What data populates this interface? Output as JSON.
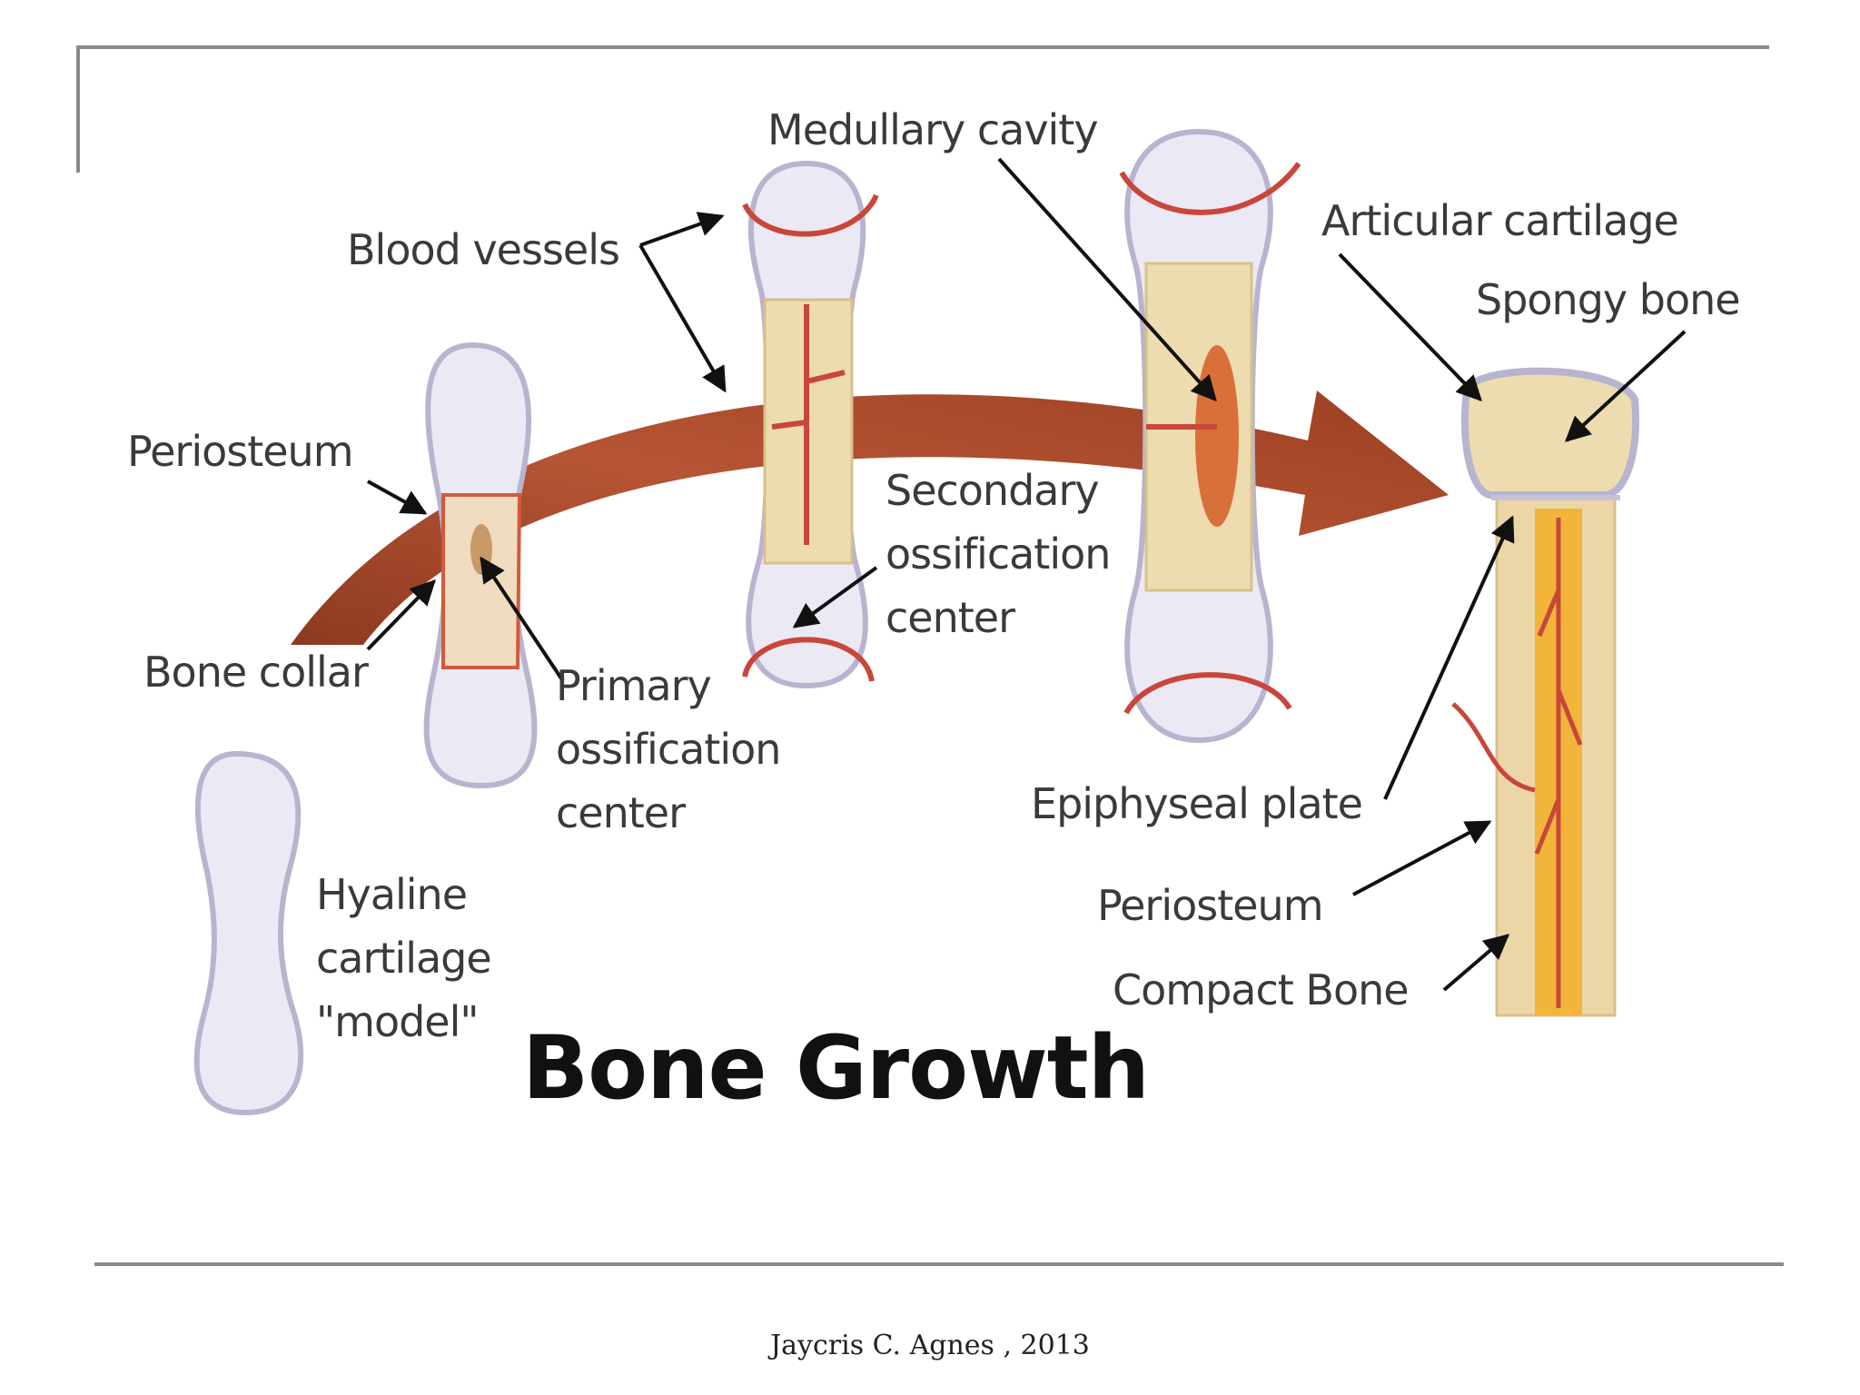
{
  "diagram": {
    "title": "Bone Growth",
    "labels": {
      "periosteum_left": "Periosteum",
      "bone_collar": "Bone collar",
      "primary_ossification_center": [
        "Primary",
        "ossification",
        "center"
      ],
      "hyaline_cartilage_model": [
        "Hyaline",
        "cartilage",
        "\"model\""
      ],
      "blood_vessels": "Blood vessels",
      "medullary_cavity": "Medullary cavity",
      "secondary_ossification_center": [
        "Secondary",
        "ossification",
        "center"
      ],
      "articular_cartilage": "Articular cartilage",
      "spongy_bone": "Spongy bone",
      "epiphyseal_plate": "Epiphyseal plate",
      "periosteum_right": "Periosteum",
      "compact_bone": "Compact Bone"
    },
    "colors": {
      "arrow": "#a8482a",
      "cartilage": "#eceaf4",
      "bone": "#ecdcb0",
      "vessel": "#c9463a",
      "marrow": "#f2b53a"
    }
  },
  "footer": {
    "credit": "Jaycris C. Agnes , 2013"
  }
}
